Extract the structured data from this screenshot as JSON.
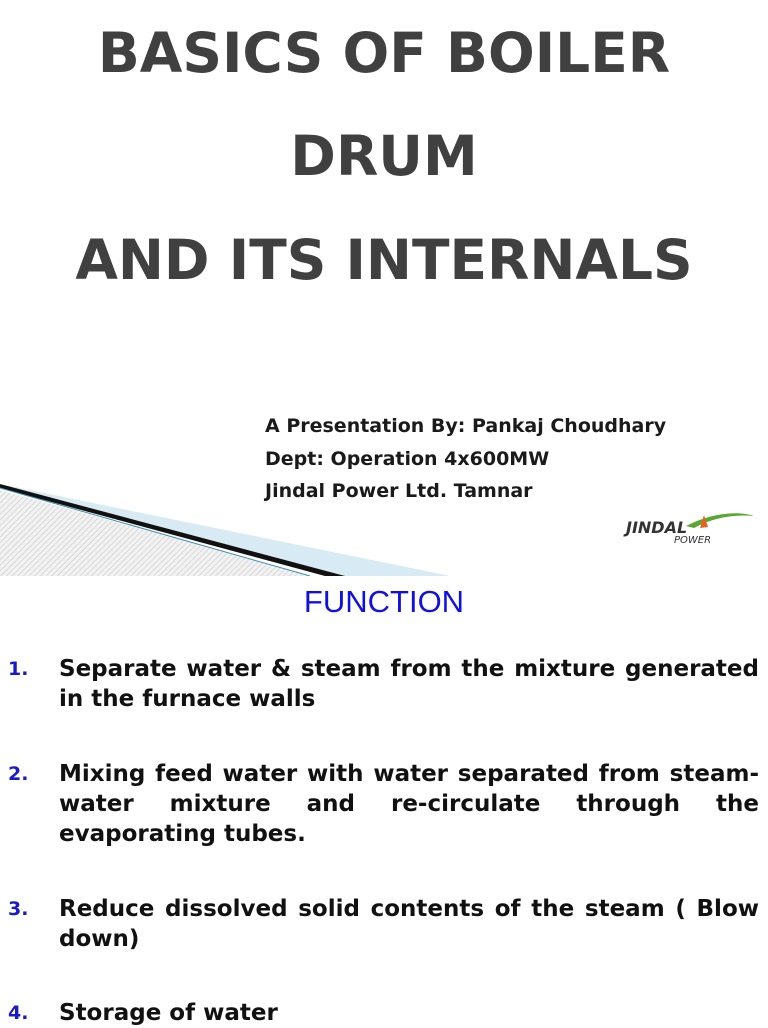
{
  "title_slide": {
    "title_lines": [
      "BASICS OF BOILER",
      "DRUM",
      "AND ITS INTERNALS"
    ],
    "author_lines": [
      "A Presentation By: Pankaj Choudhary",
      "Dept: Operation 4x600MW",
      "Jindal Power Ltd. Tamnar"
    ],
    "logo": {
      "brand": "JINDAL",
      "sub": "POWER",
      "swoosh_color": "#5aa832",
      "flame_color": "#e8641e"
    }
  },
  "function_slide": {
    "heading": "FUNCTION",
    "heading_color": "#0f0fe6",
    "items": [
      {
        "num": "1.",
        "text": "Separate water & steam from the mixture generated in the furnace walls"
      },
      {
        "num": "2.",
        "text": "Mixing feed water with water separated from steam-water mixture and re-circulate through the evaporating tubes."
      },
      {
        "num": "3.",
        "text": "Reduce dissolved solid contents of the steam ( Blow down)"
      },
      {
        "num": "4.",
        "text": "Storage of water"
      }
    ]
  }
}
